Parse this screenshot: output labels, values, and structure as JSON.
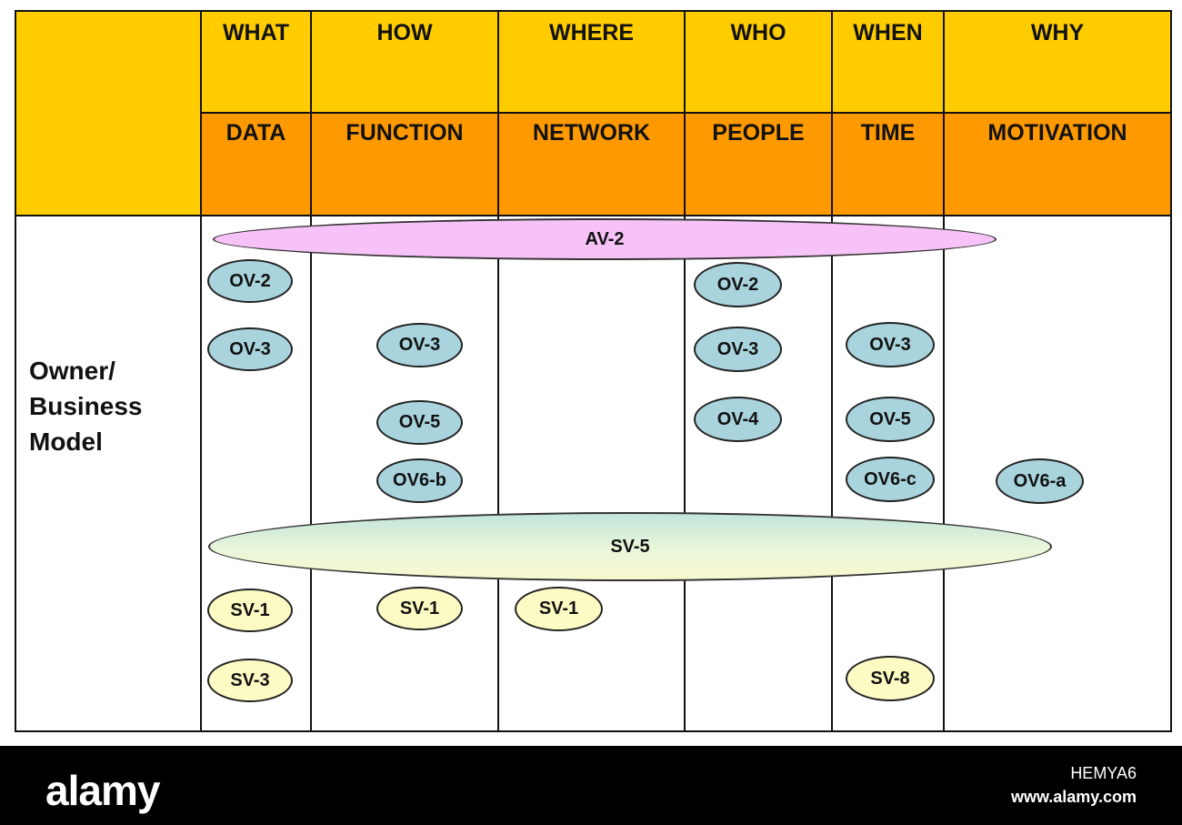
{
  "header": {
    "questions": [
      "WHAT",
      "HOW",
      "WHERE",
      "WHO",
      "WHEN",
      "WHY"
    ],
    "aspects": [
      "DATA",
      "FUNCTION",
      "NETWORK",
      "PEOPLE",
      "TIME",
      "MOTIVATION"
    ]
  },
  "row": {
    "label_lines": [
      "Owner/",
      "Business",
      "Model"
    ]
  },
  "spans": {
    "av2": "AV-2",
    "sv5": "SV-5"
  },
  "cells": {
    "data": [
      "OV-2",
      "OV-3",
      "SV-1",
      "SV-3"
    ],
    "function": [
      "OV-3",
      "OV-5",
      "OV6-b",
      "SV-1"
    ],
    "network": [
      "SV-1"
    ],
    "people": [
      "OV-2",
      "OV-3",
      "OV-4"
    ],
    "time": [
      "OV-3",
      "OV-5",
      "OV6-c",
      "SV-8"
    ],
    "motivation": [
      "OV6-a"
    ]
  },
  "colors": {
    "header_top": "#ffcc00",
    "header_bottom": "#ff9900",
    "operational_view": "#a9d4de",
    "system_view": "#fdfbc4",
    "all_view": "#f7c2f7"
  },
  "footer": {
    "brand": "alamy",
    "image_id": "HEMYA6",
    "url": "www.alamy.com"
  }
}
